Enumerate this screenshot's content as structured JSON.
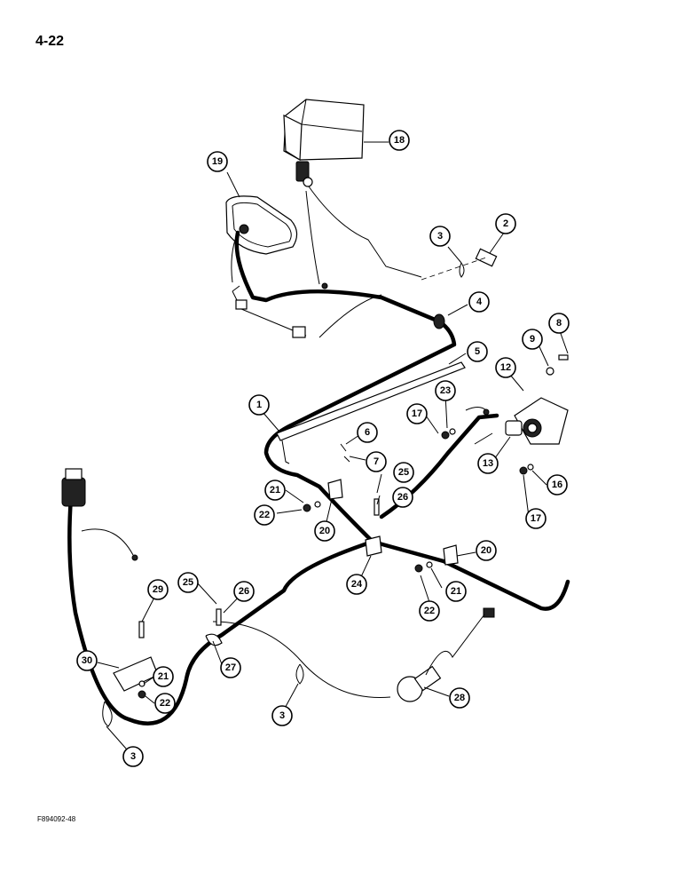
{
  "page": {
    "number": "4-22",
    "figure_code": "F894092-48"
  },
  "callouts": [
    {
      "id": "c1",
      "label": "1"
    },
    {
      "id": "c2",
      "label": "2"
    },
    {
      "id": "c3a",
      "label": "3"
    },
    {
      "id": "c3b",
      "label": "3"
    },
    {
      "id": "c3c",
      "label": "3"
    },
    {
      "id": "c4",
      "label": "4"
    },
    {
      "id": "c5",
      "label": "5"
    },
    {
      "id": "c6",
      "label": "6"
    },
    {
      "id": "c7",
      "label": "7"
    },
    {
      "id": "c8",
      "label": "8"
    },
    {
      "id": "c9",
      "label": "9"
    },
    {
      "id": "c12",
      "label": "12"
    },
    {
      "id": "c13",
      "label": "13"
    },
    {
      "id": "c16",
      "label": "16"
    },
    {
      "id": "c17a",
      "label": "17"
    },
    {
      "id": "c17b",
      "label": "17"
    },
    {
      "id": "c18",
      "label": "18"
    },
    {
      "id": "c19",
      "label": "19"
    },
    {
      "id": "c20a",
      "label": "20"
    },
    {
      "id": "c20b",
      "label": "20"
    },
    {
      "id": "c21a",
      "label": "21"
    },
    {
      "id": "c21b",
      "label": "21"
    },
    {
      "id": "c21c",
      "label": "21"
    },
    {
      "id": "c22a",
      "label": "22"
    },
    {
      "id": "c22b",
      "label": "22"
    },
    {
      "id": "c22c",
      "label": "22"
    },
    {
      "id": "c23",
      "label": "23"
    },
    {
      "id": "c24",
      "label": "24"
    },
    {
      "id": "c25a",
      "label": "25"
    },
    {
      "id": "c25b",
      "label": "25"
    },
    {
      "id": "c26a",
      "label": "26"
    },
    {
      "id": "c26b",
      "label": "26"
    },
    {
      "id": "c27",
      "label": "27"
    },
    {
      "id": "c28",
      "label": "28"
    },
    {
      "id": "c29",
      "label": "29"
    },
    {
      "id": "c30",
      "label": "30"
    }
  ]
}
